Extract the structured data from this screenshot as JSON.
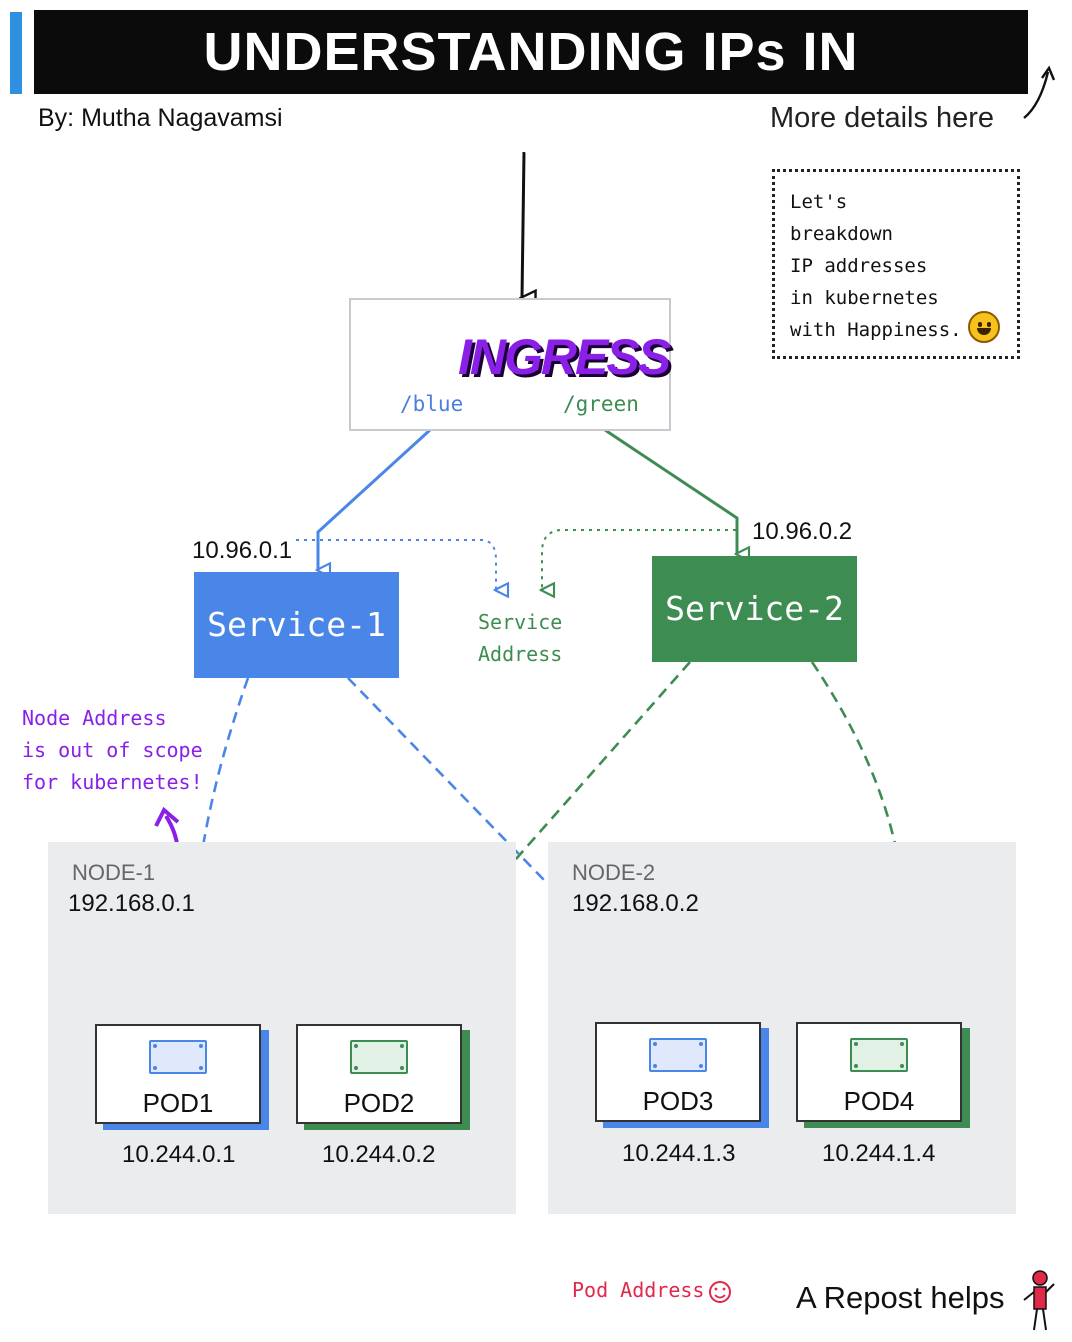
{
  "header": {
    "title": "UNDERSTANDING IPs IN KUBERNETES",
    "author": "By: Mutha Nagavamsi",
    "more_details": "More details here"
  },
  "note": {
    "lines": [
      "Let's",
      "breakdown",
      "IP addresses",
      "in kubernetes",
      "with Happiness."
    ]
  },
  "ingress": {
    "label": "INGRESS",
    "route_blue": "/blue",
    "route_green": "/green"
  },
  "services": [
    {
      "name": "Service-1",
      "ip": "10.96.0.1"
    },
    {
      "name": "Service-2",
      "ip": "10.96.0.2"
    }
  ],
  "annotations": {
    "service_address": "Service\nAddress",
    "node_address": "Node Address\nis out of scope\nfor kubernetes!",
    "pod_address": "Pod Address"
  },
  "nodes": [
    {
      "name": "NODE-1",
      "ip": "192.168.0.1"
    },
    {
      "name": "NODE-2",
      "ip": "192.168.0.2"
    }
  ],
  "pods": [
    {
      "name": "POD1",
      "ip": "10.244.0.1"
    },
    {
      "name": "POD2",
      "ip": "10.244.0.2"
    },
    {
      "name": "POD3",
      "ip": "10.244.1.3"
    },
    {
      "name": "POD4",
      "ip": "10.244.1.4"
    }
  ],
  "footer": {
    "repost": "A Repost helps"
  },
  "colors": {
    "blue": "#4a86e8",
    "green": "#3d8c52",
    "purple": "#8a20e8",
    "red": "#e0284a"
  }
}
